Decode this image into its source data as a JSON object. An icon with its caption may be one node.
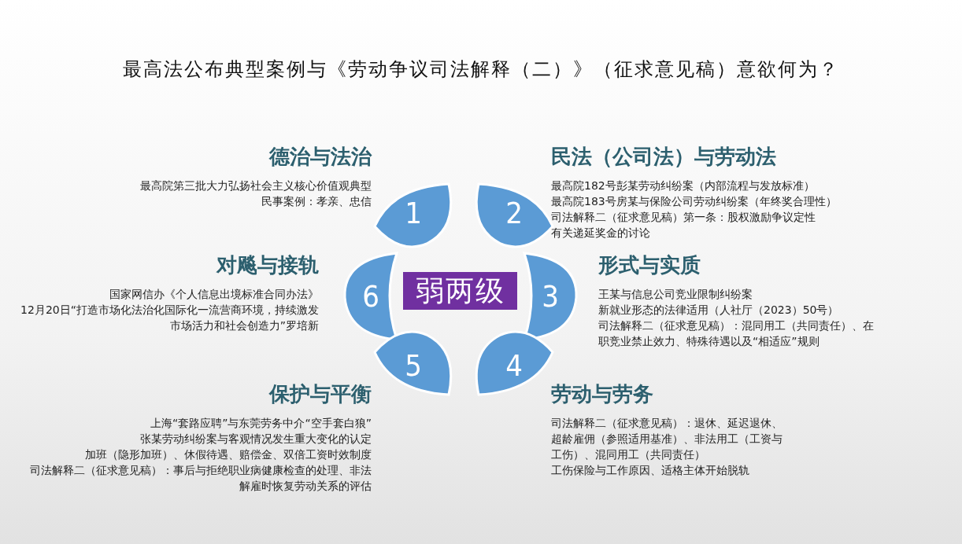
{
  "diagram": {
    "title": "最高法公布典型案例与《劳动争议司法解释（二）》（征求意见稿）意欲何为？",
    "nodes": [
      {
        "text": [
          "弱两级"
        ]
      },
      {
        "text": [
          "1"
        ],
        "beside": [
          "德治与法治",
          "最高院第三批大力弘扬社会主义核心价值观典型民事案例：孝亲、忠信"
        ]
      },
      {
        "text": [
          "2"
        ],
        "beside": [
          "民法（公司法）与劳动法",
          "最高院182号彭某劳动纠纷案（内部流程与发放标准）",
          "最高院183号房某与保险公司劳动纠纷案（年终奖合理性）",
          "司法解释二（征求意见稿）第一条：股权激励争议定性",
          "有关递延奖金的讨论"
        ]
      },
      {
        "text": [
          "6"
        ],
        "beside": [
          "对飚与接轨",
          "国家网信办《个人信息出境标准合同办法》",
          "12月20日“打造市场化法治化国际化一流营商环境，持续激发市场活力和社会创造力”罗培新"
        ]
      },
      {
        "text": [
          "3"
        ],
        "beside": [
          "形式与实质",
          "王某与信息公司竞业限制纠纷案",
          "新就业形态的法律适用（人社厅（2023）50号）",
          "司法解释二（征求意见稿）：混同用工（共同责任）、在职竞业禁止效力、特殊待遇以及“相适应”规则"
        ]
      },
      {
        "text": [
          "5"
        ],
        "beside": [
          "保护与平衡",
          "上海“套路应聘”与东莞劳务中介“空手套白狼”",
          "张某劳动纠纷案与客观情况发生重大变化的认定",
          "加班（隐形加班）、休假待遇、赔偿金、双倍工资时效制度",
          "司法解释二（征求意见稿）：事后与拒绝职业病健康检查的处理、非法解雇时恢复劳动关系的评估"
        ]
      },
      {
        "text": [
          "4"
        ],
        "beside": [
          "劳动与劳务",
          "司法解释二（征求意见稿）：退休、延迟退休、超龄雇佣（参照适用基准）、非法用工（工资与工伤）、混同用工（共同责任）",
          "工伤保险与工作原因、适格主体开始脱轨"
        ]
      }
    ]
  }
}
